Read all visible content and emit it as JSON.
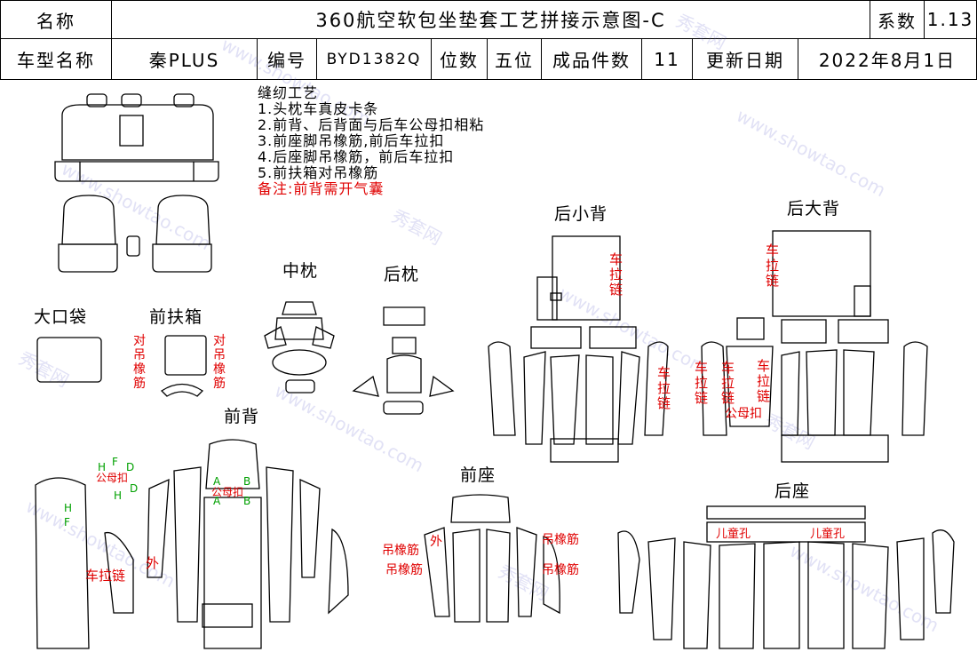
{
  "header": {
    "name_label": "名称",
    "title": "360航空软包坐垫套工艺拼接示意图-C",
    "coef_label": "系数",
    "coef_value": "1.13",
    "model_label": "车型名称",
    "model_value": "秦PLUS",
    "code_label": "编号",
    "code_value": "BYD1382Q",
    "seats_label": "位数",
    "seats_value": "五位",
    "pieces_label": "成品件数",
    "pieces_value": "11",
    "date_label": "更新日期",
    "date_value": "2022年8月1日"
  },
  "notes": {
    "title": "缝纫工艺",
    "items": [
      "1.头枕车真皮卡条",
      "2.前背、后背面与后车公母扣相粘",
      "3.前座脚吊橡筋,前后车拉扣",
      "4.后座脚吊橡筋，前后车拉扣",
      "5.前扶箱对吊橡筋"
    ],
    "remark": "备注:前背需开气囊"
  },
  "parts": {
    "middle_pillow": "中枕",
    "rear_pillow": "后枕",
    "big_pocket": "大口袋",
    "front_armrest": "前扶箱",
    "rear_small_back": "后小背",
    "rear_big_back": "后大背",
    "front_back": "前背",
    "front_seat": "前座",
    "rear_seat": "后座"
  },
  "annotations": {
    "hang_elastic": "对吊橡筋",
    "zipper": "车拉链",
    "male_female": "公母扣",
    "outer": "外",
    "hang_band": "吊橡筋",
    "child_hole": "儿童孔",
    "letter_f": "F",
    "letter_d": "D",
    "letter_h": "H",
    "letter_a": "A",
    "letter_b": "B"
  },
  "watermark": {
    "cn": "秀套网",
    "en": "www.showtao.com"
  },
  "colors": {
    "line": "#000000",
    "annotation_red": "#e00000",
    "annotation_green": "#00a000",
    "watermark": "#5a5ac8"
  }
}
